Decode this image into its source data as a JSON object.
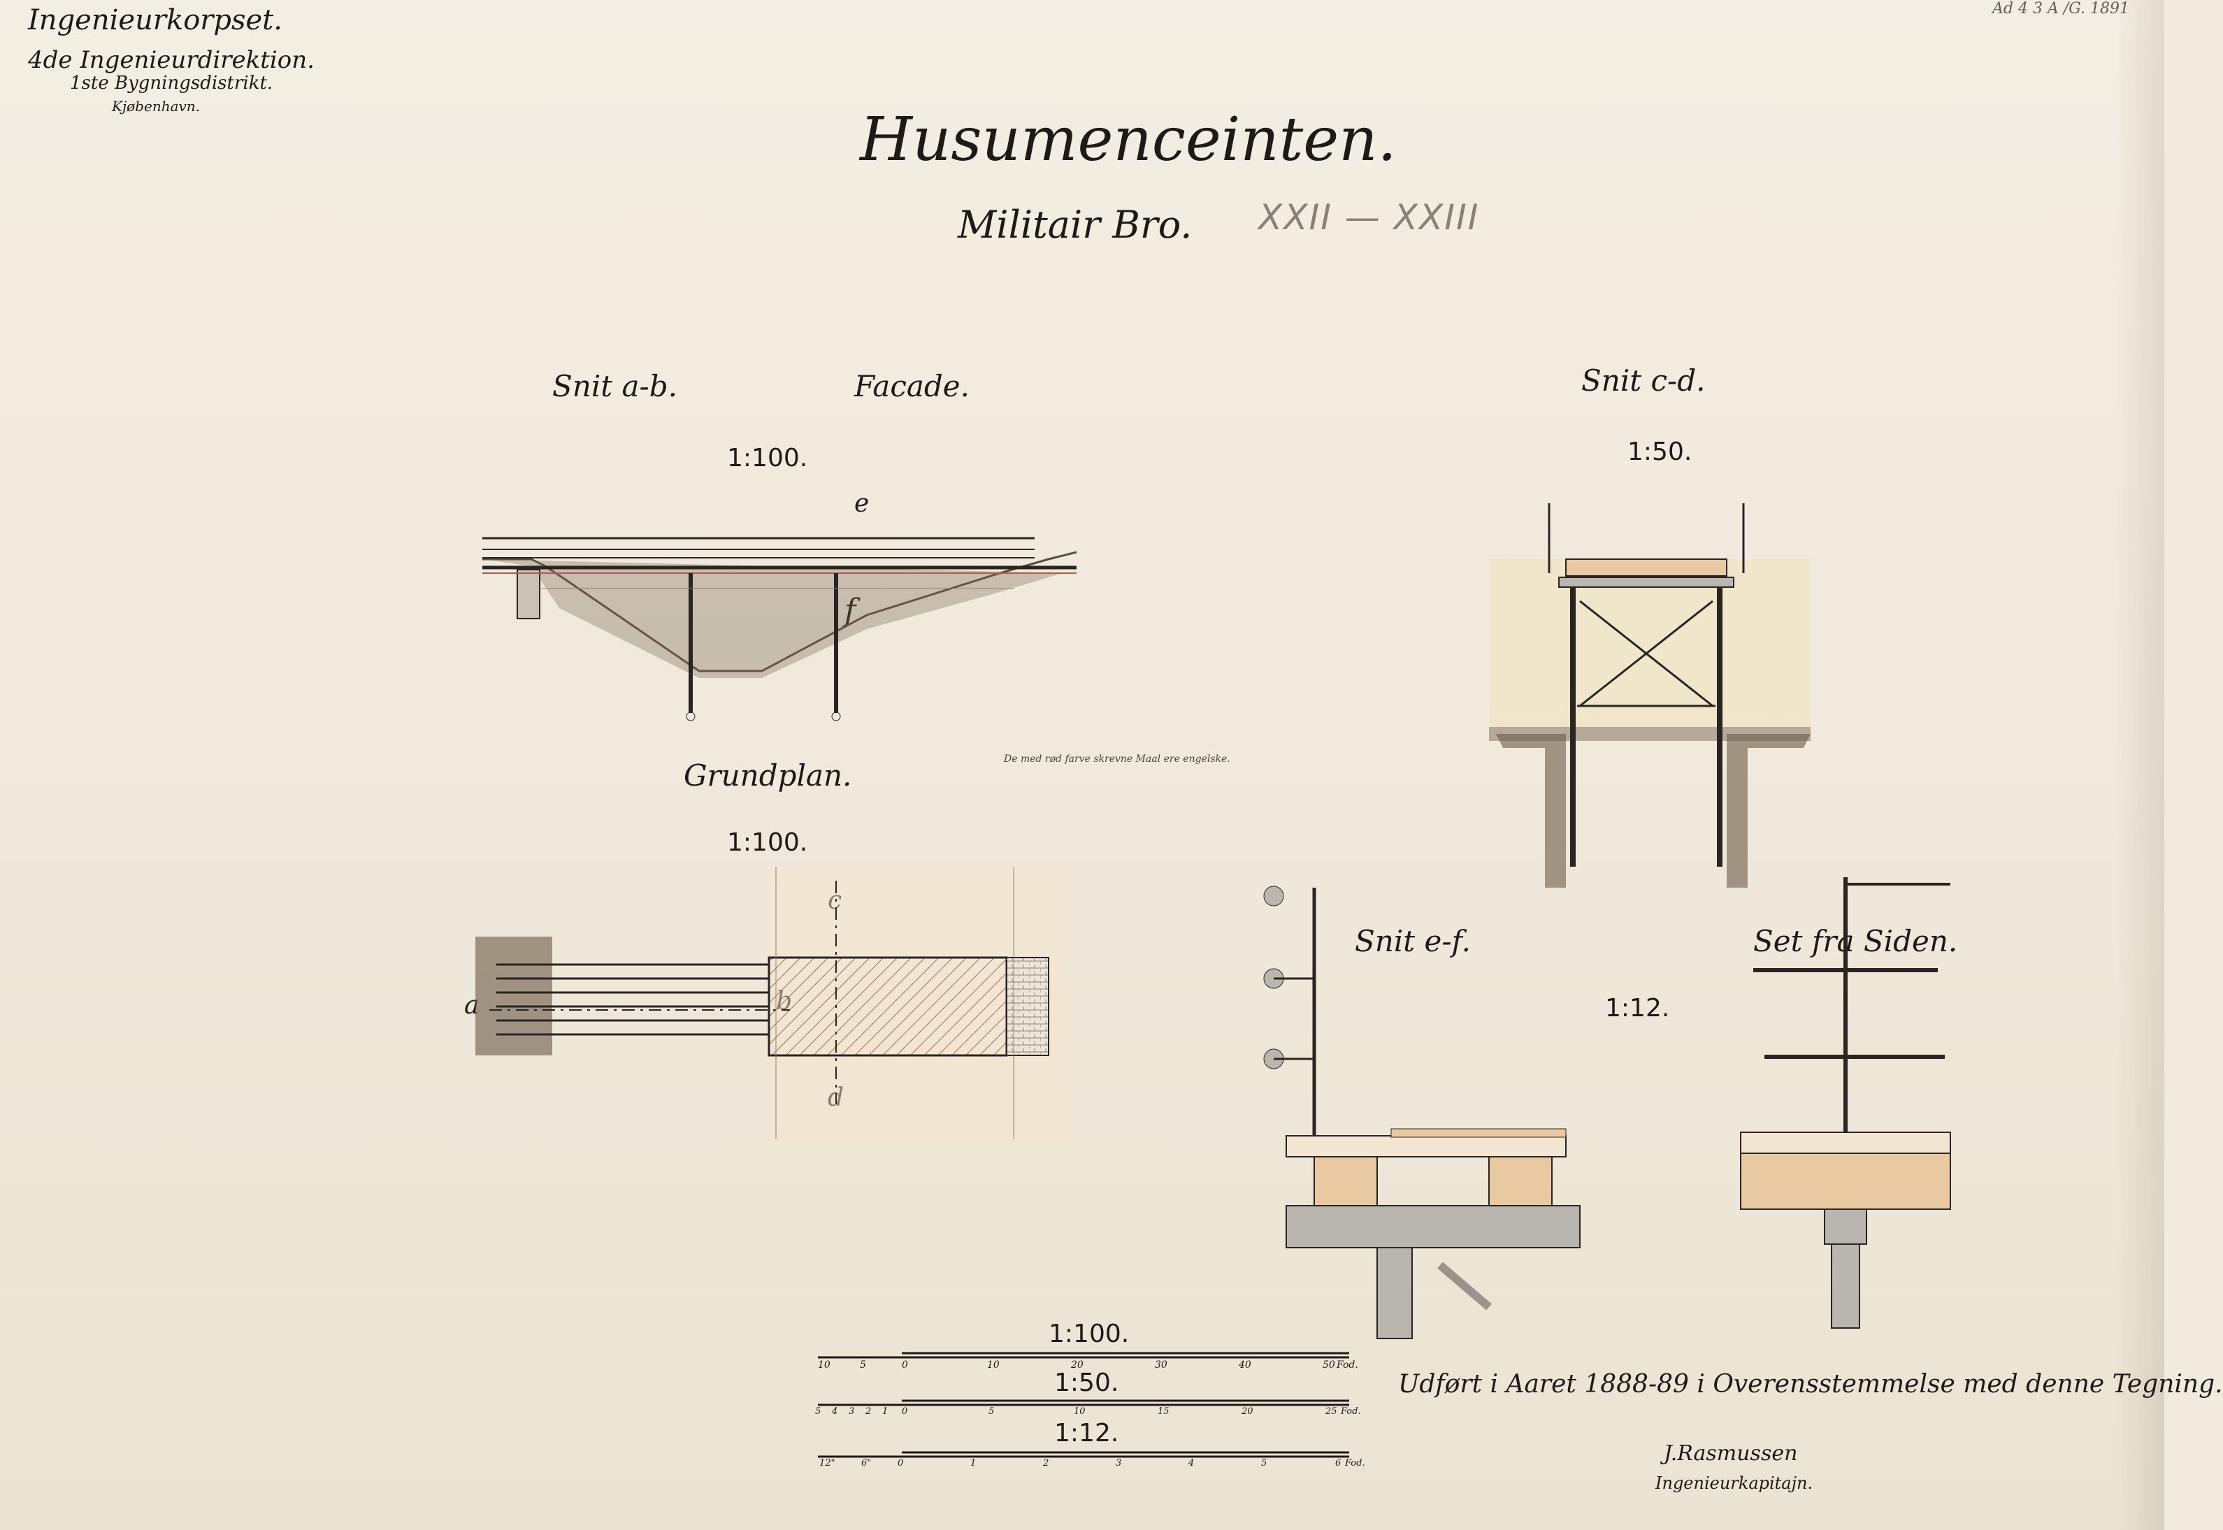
{
  "header": {
    "corps": "Ingenieurkorpset.",
    "direction": "4de Ingenieurdirektion.",
    "district": "1ste Bygningsdistrikt.",
    "city": "Kjøbenhavn."
  },
  "archive_mark": "Ad 4 3 A  /G. 1891",
  "title": "Husumenceinten.",
  "subtitle": "Militair Bro.",
  "pencil_note": "XXII — XXIII",
  "views": {
    "snit_ab": "Snit a-b.",
    "facade": "Facade.",
    "facade_scale": "1:100.",
    "snit_cd": "Snit c-d.",
    "snit_cd_scale": "1:50.",
    "grundplan": "Grundplan.",
    "grundplan_scale": "1:100.",
    "snit_ef": "Snit e-f.",
    "set_fra_siden": "Set fra Siden.",
    "detail_scale": "1:12."
  },
  "section_letters": {
    "a": "a",
    "b": "b",
    "c": "c",
    "d": "d",
    "e": "e",
    "f": "f"
  },
  "small_note": "De med rød farve skrevne Maal ere engelske.",
  "scale_bars": [
    {
      "label": "1:100.",
      "ticks": [
        "10",
        "5",
        "0",
        "10",
        "20",
        "30",
        "40",
        "50"
      ],
      "unit": "Fod."
    },
    {
      "label": "1:50.",
      "ticks": [
        "5",
        "4",
        "3",
        "2",
        "1",
        "0",
        "5",
        "10",
        "15",
        "20",
        "25"
      ],
      "unit": "Fod."
    },
    {
      "label": "1:12.",
      "ticks": [
        "12\"",
        "6\"",
        "0",
        "1",
        "2",
        "3",
        "4",
        "5",
        "6"
      ],
      "unit": "Fod."
    }
  ],
  "execution_note": "Udført i Aaret 1888-89 i Overensstemmelse med denne Tegning.",
  "signature": {
    "name": "J.Rasmussen",
    "rank": "Ingenieurkapitajn."
  },
  "colors": {
    "paper": "#f1ebdf",
    "ink": "#1e1a17",
    "wood": "#e8c9a2",
    "earth": "#6a5a46",
    "red_dim": "#b5574a",
    "iron": "#b9b6b0"
  }
}
